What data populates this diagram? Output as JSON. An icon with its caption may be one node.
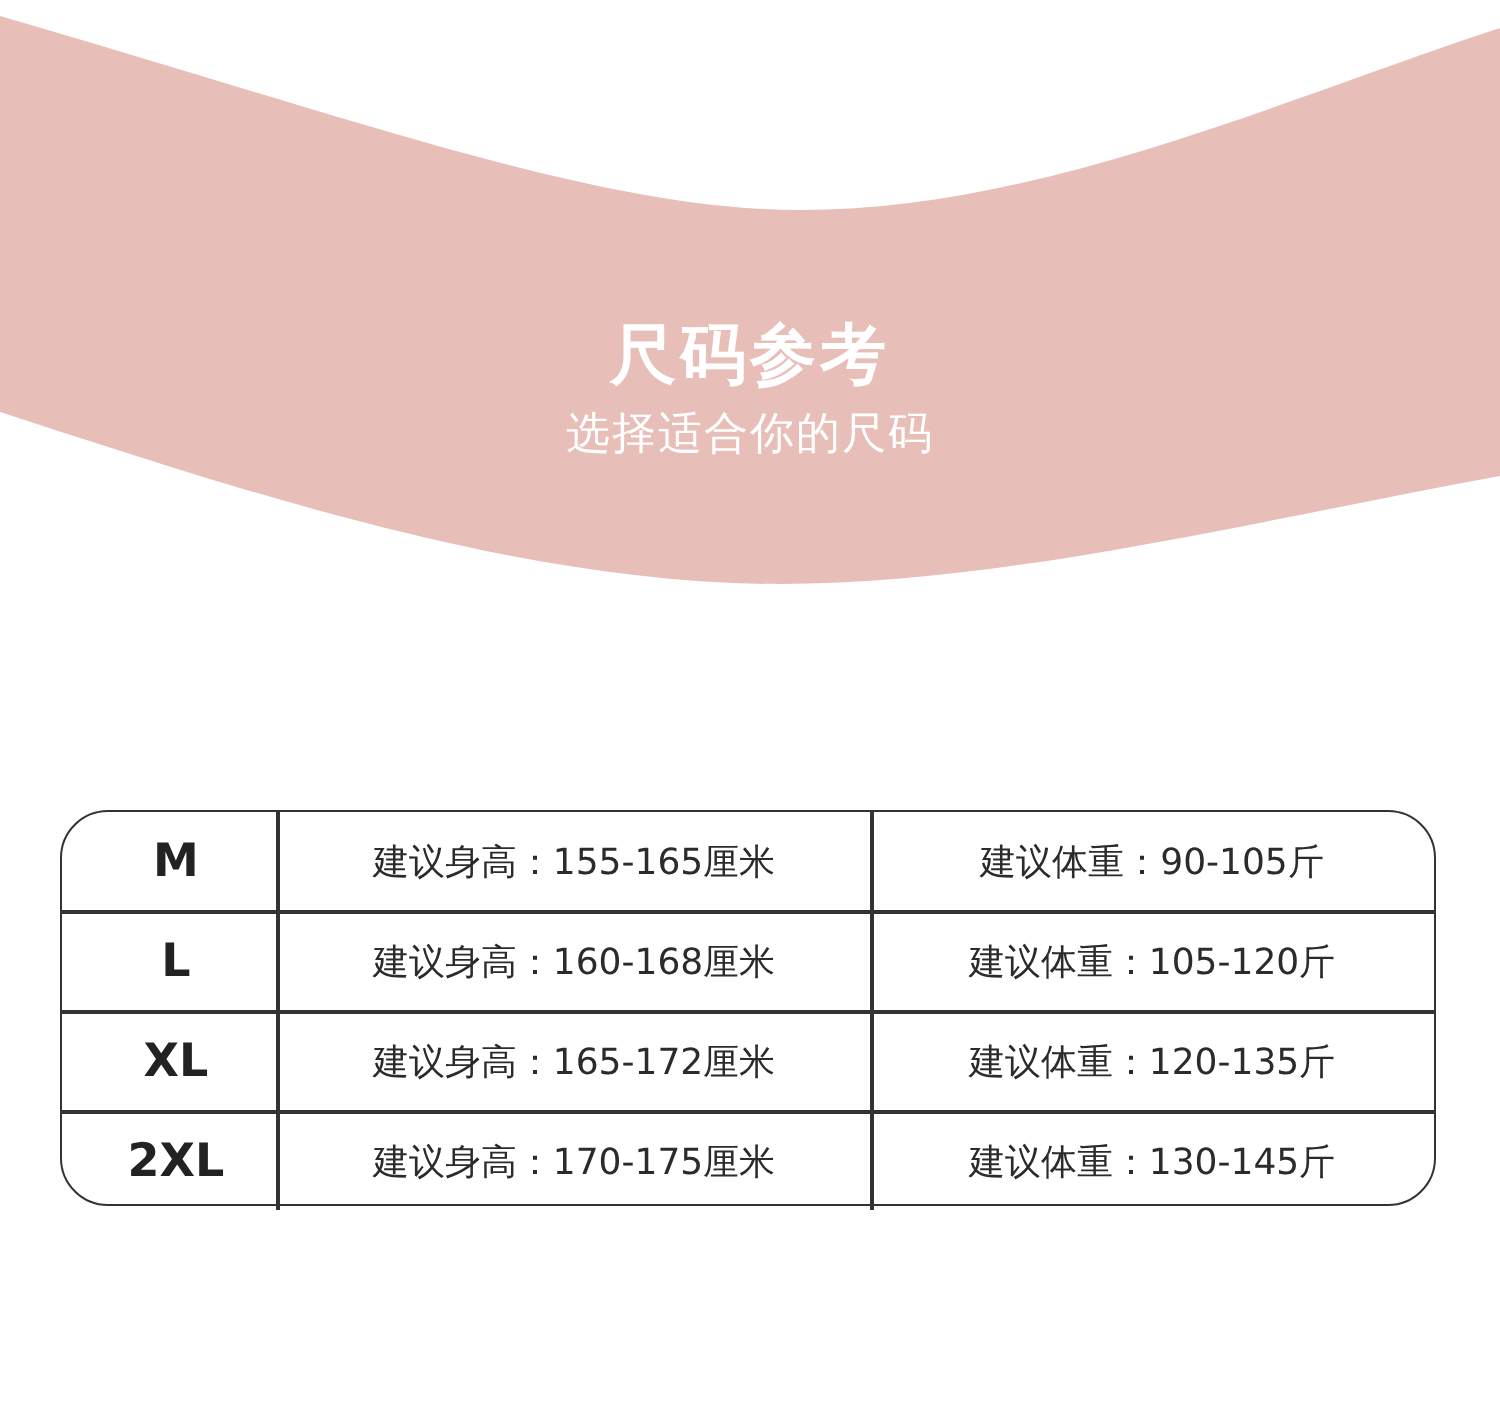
{
  "diagram": {
    "title": "尺码参考",
    "labels": [
      "选择适合你的尺码",
      "M",
      "建议身高：155-165厘米",
      "建议体重：90-105斤",
      "L",
      "建议身高：160-168厘米",
      "建议体重：105-120斤",
      "XL",
      "建议身高：165-172厘米",
      "建议体重：120-135斤",
      "2XL",
      "建议身高：170-175厘米",
      "建议体重：130-145斤"
    ]
  }
}
